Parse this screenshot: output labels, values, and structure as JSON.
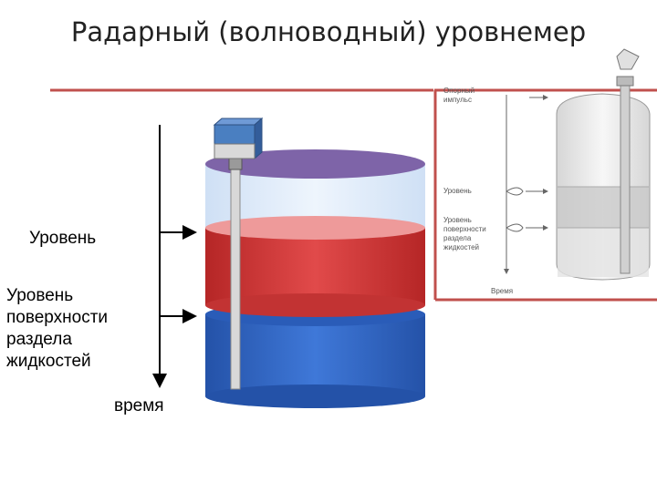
{
  "title": "Радарный (волноводный) уровнемер",
  "main_diagram": {
    "label_level": "Уровень",
    "label_interface": "Уровень\nповерхности\nраздела\nжидкостей",
    "label_time": "время"
  },
  "inset_diagram": {
    "label_reference": "Опорный\nимпульс",
    "label_level": "Уровень",
    "label_interface": "Уровень\nповерхности\nраздела\nжидкостей",
    "label_time": "Время"
  },
  "colors": {
    "rule": "#c0504d",
    "top_liquid": "#d23a3a",
    "bottom_liquid": "#2f63c8",
    "lid": "#7e64a8",
    "sensor": "#4a7fc1"
  }
}
